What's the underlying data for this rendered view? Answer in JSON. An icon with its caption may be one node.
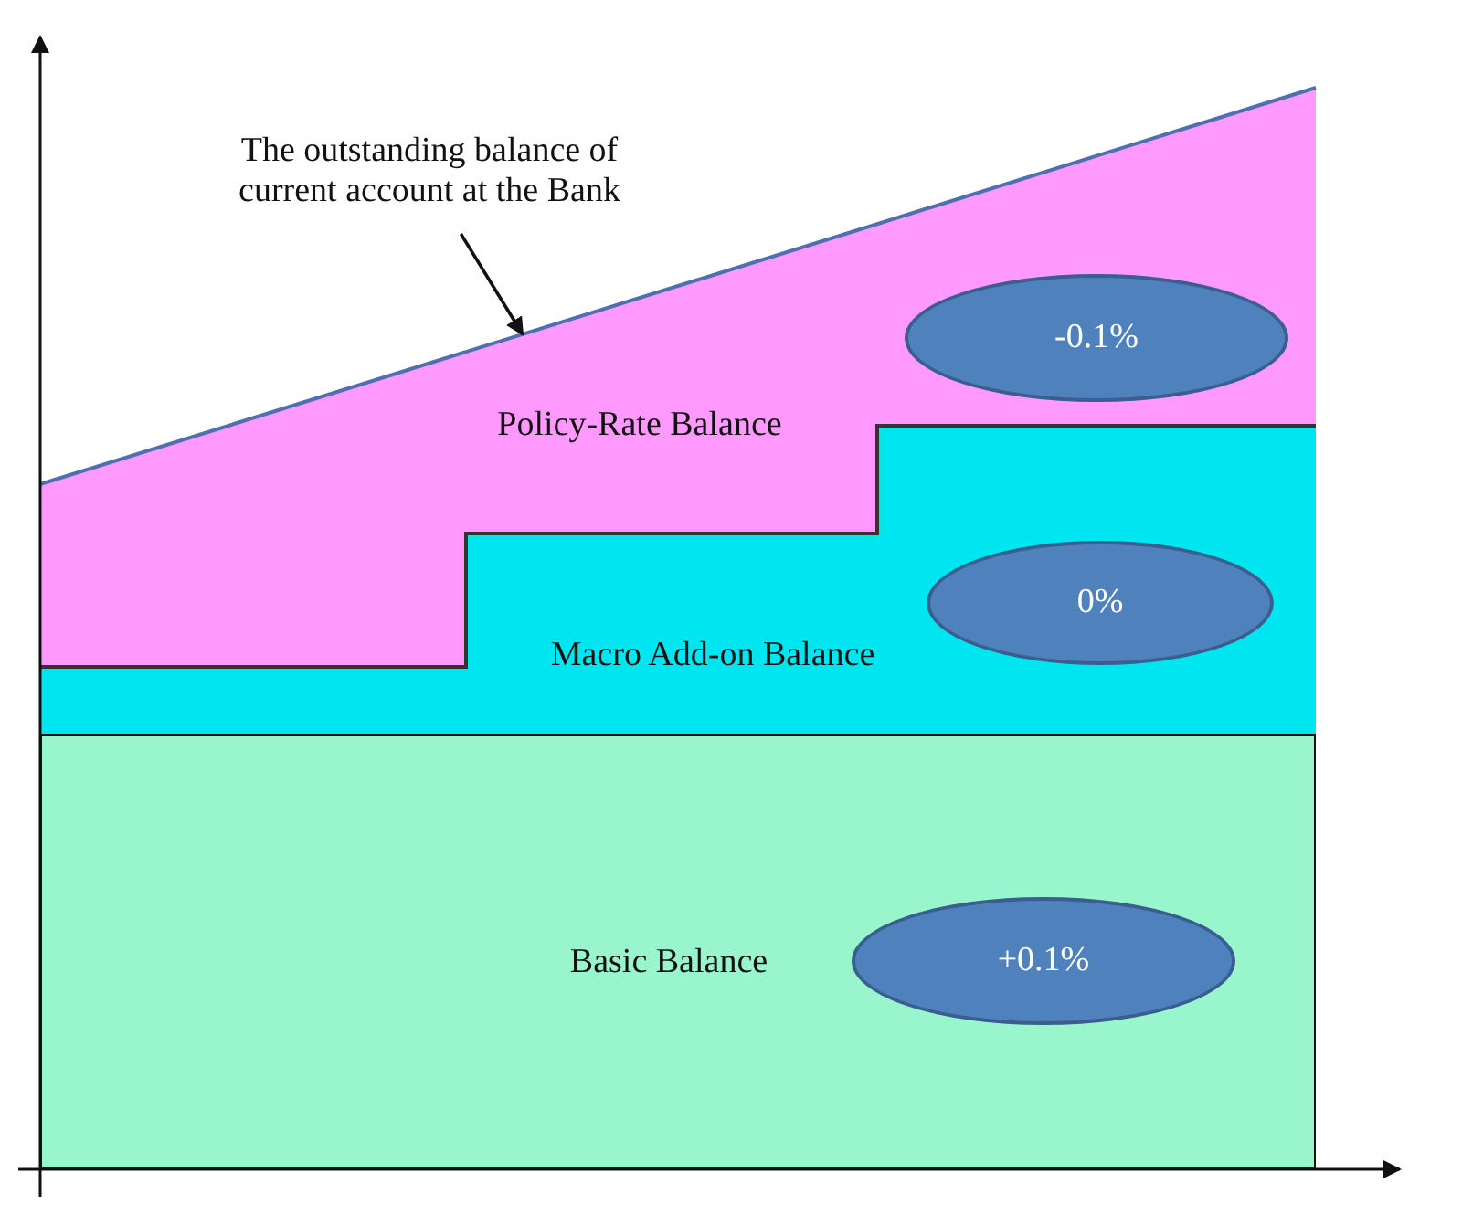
{
  "diagram": {
    "nodes": [
      {
        "text": [
          "The outstanding balance of current account at the Bank"
        ]
      },
      {
        "text": [
          "Policy-Rate Balance"
        ]
      },
      {
        "text": [
          "-0.1%"
        ],
        "in": 1
      },
      {
        "text": [
          "Macro Add-on Balance"
        ]
      },
      {
        "text": [
          "0%"
        ],
        "in": 3
      },
      {
        "text": [
          "Basic Balance"
        ]
      },
      {
        "text": [
          "+0.1%"
        ],
        "in": 5
      }
    ],
    "edges": [
      {
        "from": 0,
        "to": 1,
        "arrow": "to"
      }
    ]
  }
}
